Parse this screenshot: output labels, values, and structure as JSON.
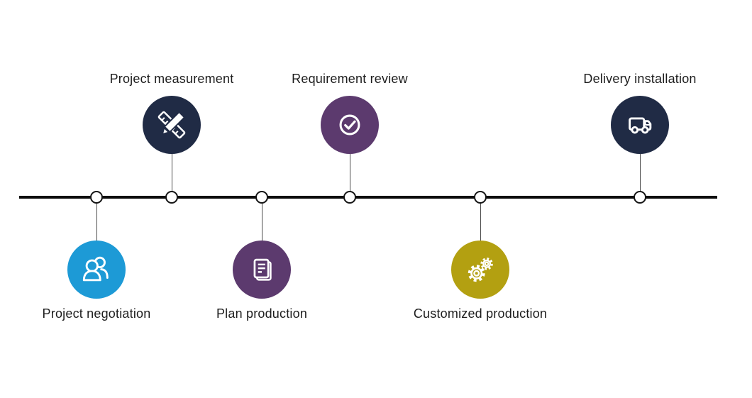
{
  "canvas": {
    "background": "#ffffff"
  },
  "timeline": {
    "axis_color": "#0d0d0d",
    "node_fill": "#ffffff",
    "node_border_color": "#141414",
    "connector_color": "#4d4d4d",
    "label_color": "#1d1d1d"
  },
  "steps": [
    {
      "label": "Project negotiation",
      "icon": "users-icon",
      "color": "#1d9ad6",
      "position": "below"
    },
    {
      "label": "Project measurement",
      "icon": "ruler-pencil-icon",
      "color": "#202b45",
      "position": "above"
    },
    {
      "label": "Plan production",
      "icon": "document-icon",
      "color": "#5c3a6e",
      "position": "below"
    },
    {
      "label": "Requirement review",
      "icon": "check-circle-icon",
      "color": "#5c3a6e",
      "position": "above"
    },
    {
      "label": "Customized production",
      "icon": "gears-icon",
      "color": "#b3a011",
      "position": "below"
    },
    {
      "label": "Delivery installation",
      "icon": "truck-icon",
      "color": "#202b45",
      "position": "above"
    }
  ]
}
